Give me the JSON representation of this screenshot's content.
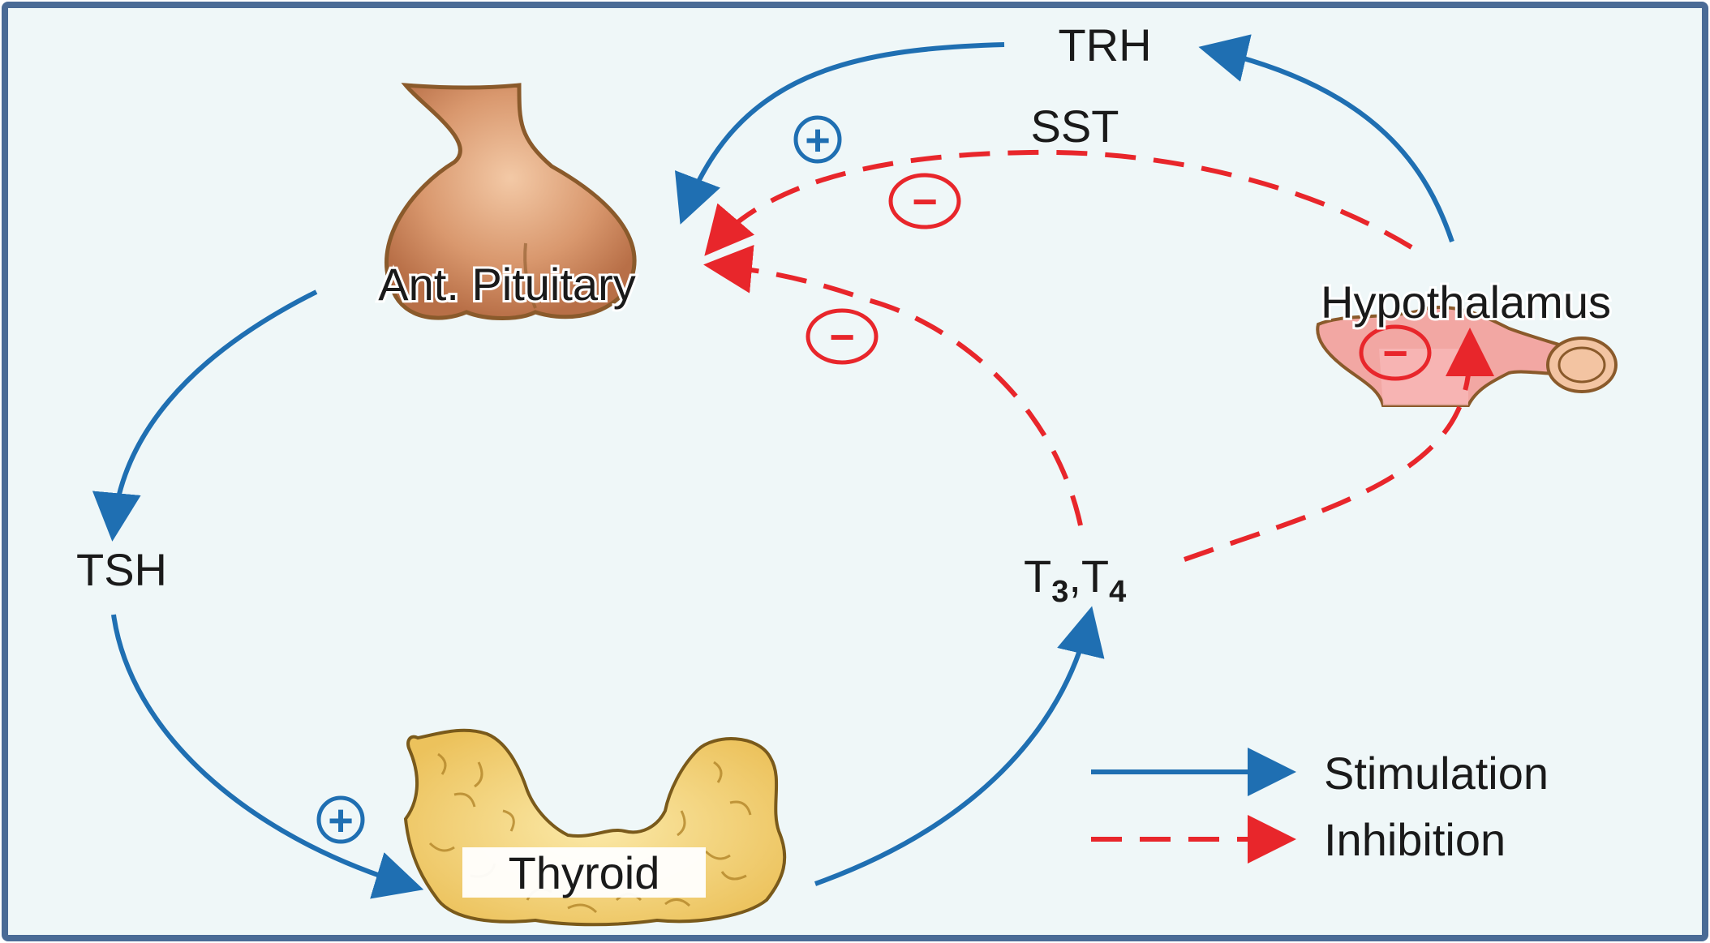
{
  "labels": {
    "trh": "TRH",
    "sst": "SST",
    "ant_pituitary": "Ant. Pituitary",
    "hypothalamus": "Hypothalamus",
    "tsh": "TSH",
    "t3t4": {
      "t3_base": "T",
      "t3_sub": "3",
      "sep": ",",
      "t4_base": "T",
      "t4_sub": "4"
    },
    "thyroid": "Thyroid"
  },
  "signs": {
    "plus": "+",
    "minus": "−"
  },
  "legend": {
    "stimulation": "Stimulation",
    "inhibition": "Inhibition"
  },
  "colors": {
    "stimulation": "#1f6fb2",
    "inhibition": "#e8262b",
    "background": "#eff7f8",
    "frame": "#4a6b96"
  }
}
